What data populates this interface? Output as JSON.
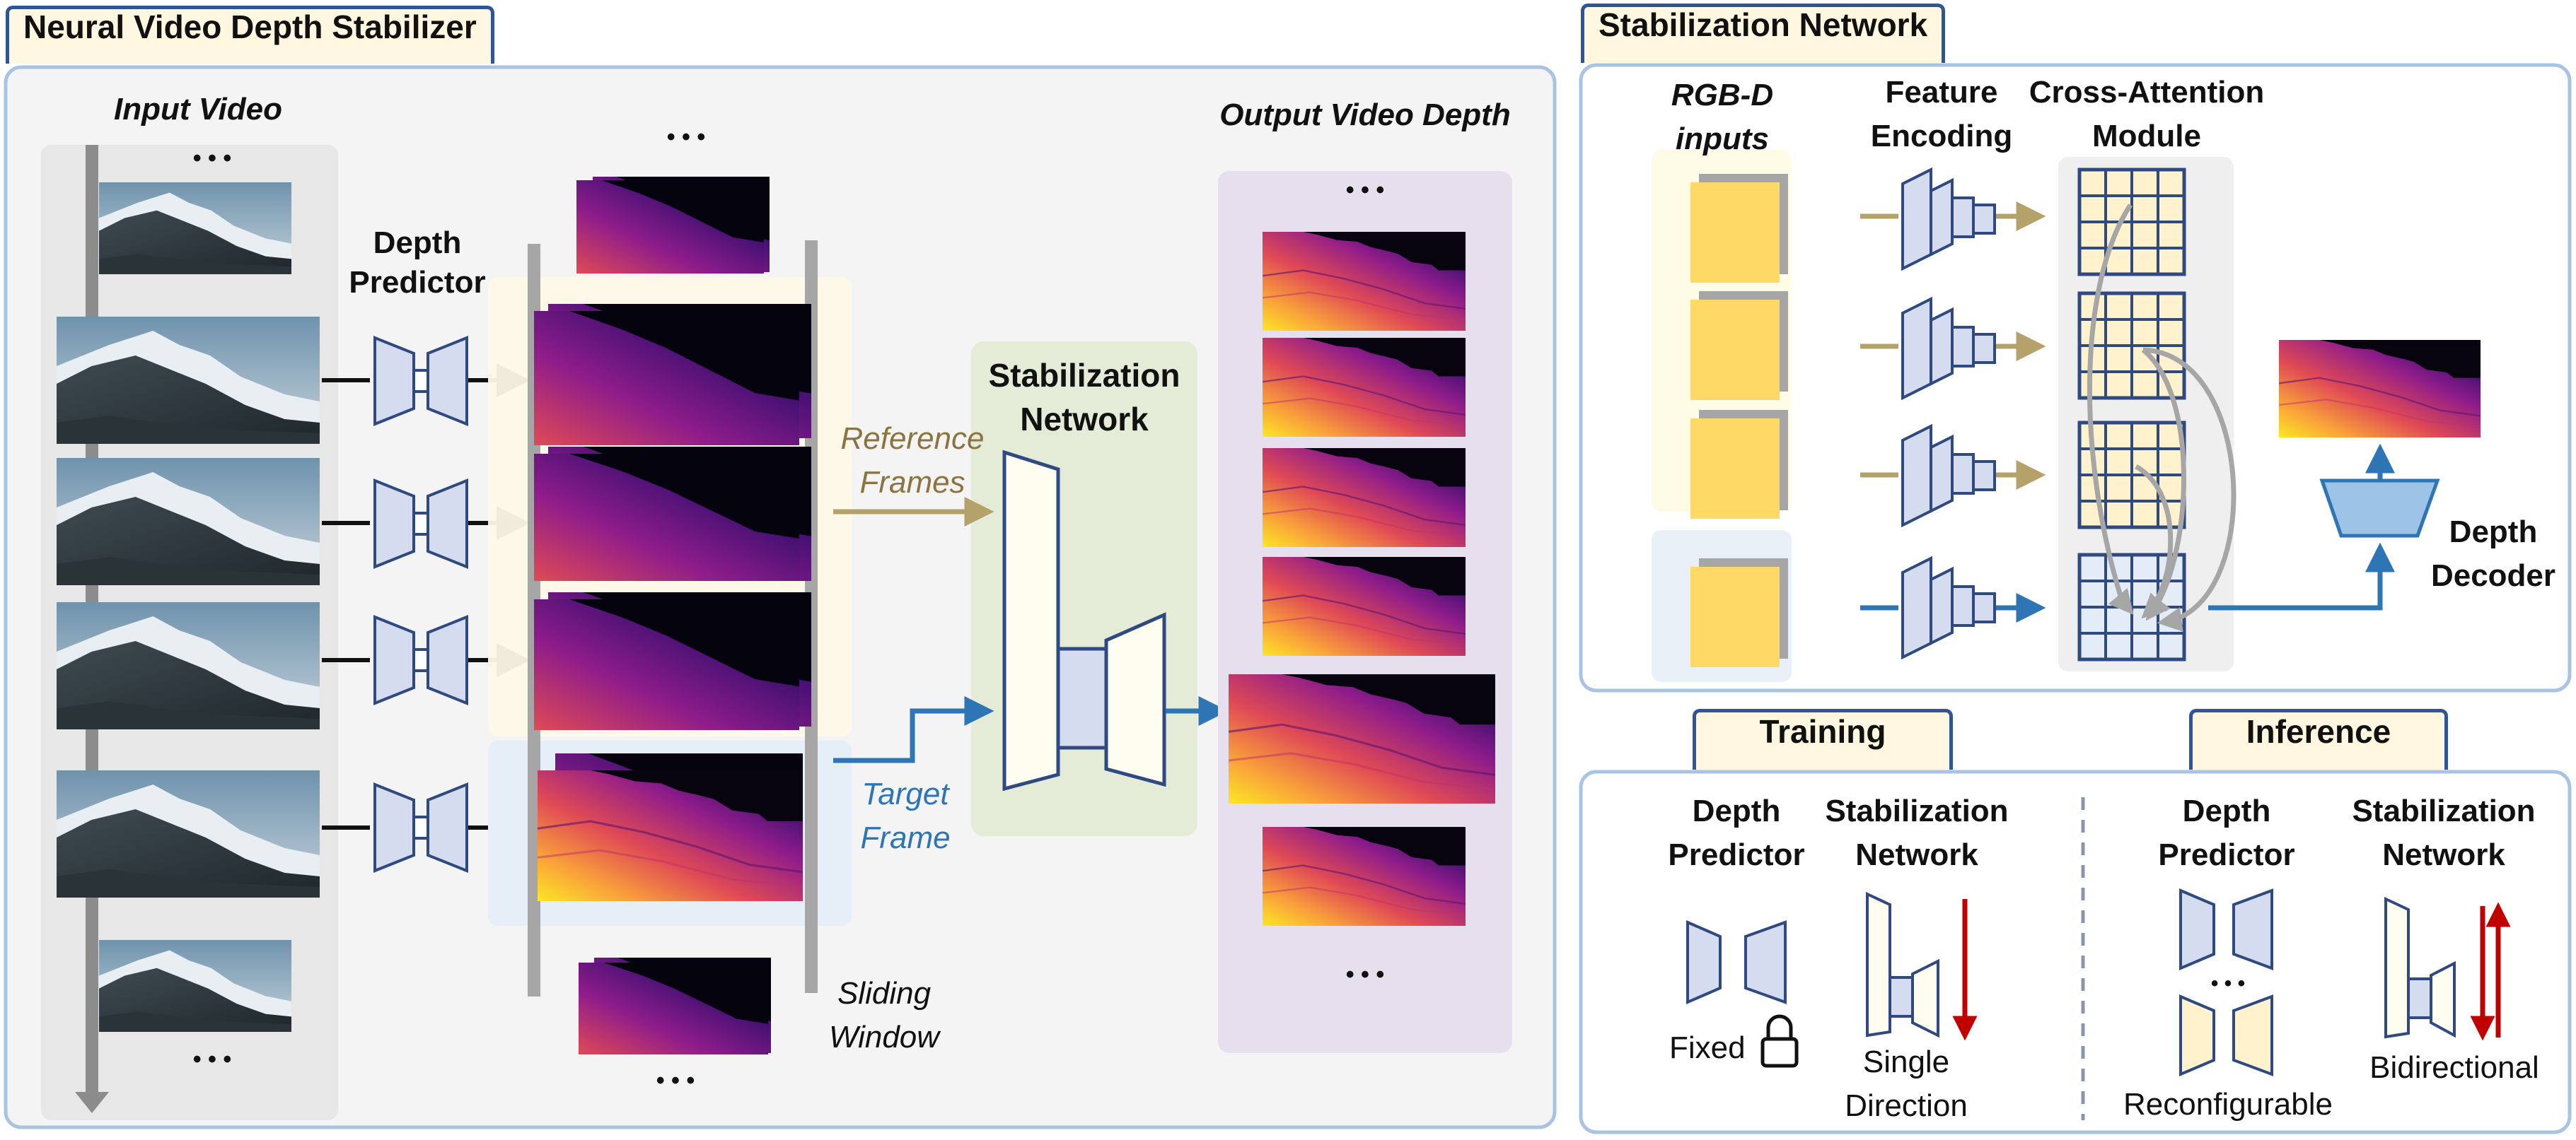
{
  "left_panel": {
    "title": "Neural Video Depth Stabilizer",
    "input_video_label": "Input Video",
    "depth_predictor_label": [
      "Depth",
      "Predictor"
    ],
    "output_video_depth_label": "Output Video Depth",
    "stabilization_network_label": [
      "Stabilization",
      "Network"
    ],
    "reference_frames_label": [
      "Reference",
      "Frames"
    ],
    "target_frame_label": [
      "Target",
      "Frame"
    ],
    "sliding_window_label": [
      "Sliding",
      "Window"
    ],
    "ellipsis": "• • •"
  },
  "right_top": {
    "title": "Stabilization Network",
    "rgbd_inputs_label": [
      "RGB-D",
      "inputs"
    ],
    "feature_encoding_label": [
      "Feature",
      "Encoding"
    ],
    "cross_attention_label": [
      "Cross-Attention",
      "Module"
    ],
    "depth_decoder_label": [
      "Depth",
      "Decoder"
    ]
  },
  "right_bottom": {
    "training_title": "Training",
    "inference_title": "Inference",
    "training_depth_predictor_label": [
      "Depth",
      "Predictor"
    ],
    "training_stab_label": [
      "Stabilization",
      "Network"
    ],
    "fixed_label": "Fixed",
    "single_direction_label": [
      "Single",
      "Direction"
    ],
    "inference_depth_predictor_label": [
      "Depth",
      "Predictor"
    ],
    "inference_stab_label": [
      "Stabilization",
      "Network"
    ],
    "reconfigurable_label": "Reconfigurable",
    "bidirectional_label": "Bidirectional",
    "ellipsis": "• • •"
  },
  "colors": {
    "panel_border": "#a9c4e2",
    "tab_border": "#2e5596",
    "tab_fill": "#fff7df",
    "reference_arrow": "#b5a16a",
    "target_arrow": "#2e75b6",
    "red_arrow": "#c00000",
    "predictor_fill": "#d6dcf0",
    "stab_fill": "#fffdf0",
    "rgbd_fill": "#ffd966"
  }
}
